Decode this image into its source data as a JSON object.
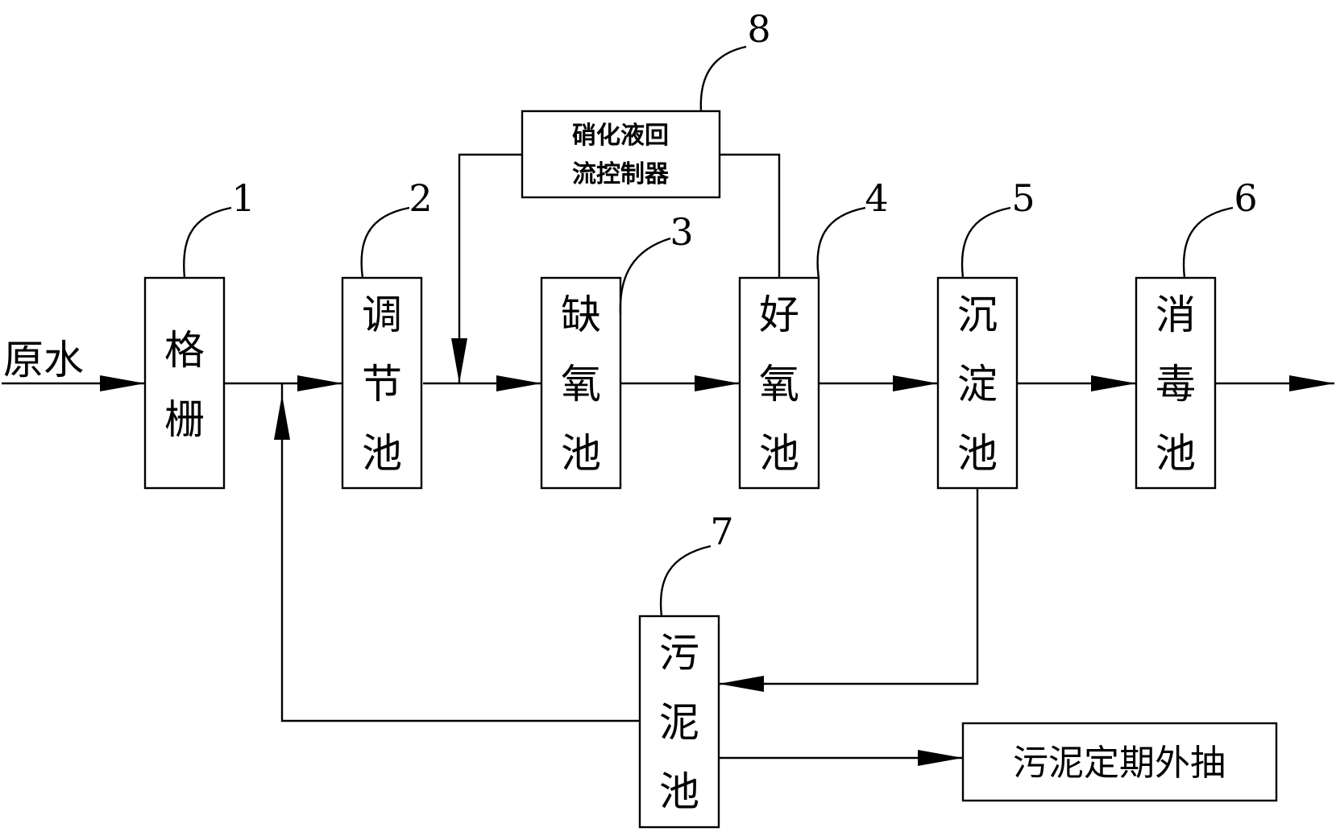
{
  "input_label": "原水",
  "units": [
    {
      "id": "grating",
      "number": "1",
      "chars": [
        "格",
        "栅"
      ]
    },
    {
      "id": "regulating",
      "number": "2",
      "chars": [
        "调",
        "节",
        "池"
      ]
    },
    {
      "id": "anoxic",
      "number": "3",
      "chars": [
        "缺",
        "氧",
        "池"
      ]
    },
    {
      "id": "aerobic",
      "number": "4",
      "chars": [
        "好",
        "氧",
        "池"
      ]
    },
    {
      "id": "sedimentation",
      "number": "5",
      "chars": [
        "沉",
        "淀",
        "池"
      ]
    },
    {
      "id": "disinfection",
      "number": "6",
      "chars": [
        "消",
        "毒",
        "池"
      ]
    },
    {
      "id": "sludge",
      "number": "7",
      "chars": [
        "污",
        "泥",
        "池"
      ]
    }
  ],
  "controller": {
    "number": "8",
    "lines": [
      "硝化液回",
      "流控制器"
    ]
  },
  "output_box": {
    "label": "污泥定期外抽"
  }
}
